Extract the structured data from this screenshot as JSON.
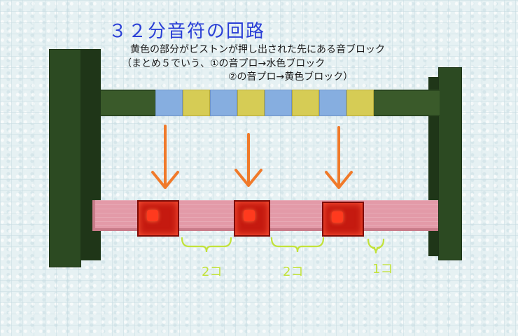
{
  "title": "３２分音符の回路",
  "caption": {
    "line1": "黄色の部分がピストンが押し出された先にある音ブロック",
    "line2": "（まとめ５でいう、①の音プロ→水色ブロック",
    "line3": "②の音プロ→黄色ブロック）"
  },
  "labels": {
    "gap1": "2コ",
    "gap2": "2コ",
    "gap3": "1コ"
  },
  "colors": {
    "title": "#2a3fd6",
    "arrow": "#f07a2a",
    "brace": "#c2e23a",
    "note_block_blue": "#86aee0",
    "note_block_yellow": "#d6cc55",
    "redstone_block": "#c51a10",
    "wire_wool": "#e39aa8",
    "frame": "#2c4a22"
  },
  "note_blocks_top": [
    "blue",
    "yellow",
    "blue",
    "yellow",
    "blue",
    "yellow",
    "blue",
    "yellow"
  ],
  "redstone_blocks_count": 3
}
